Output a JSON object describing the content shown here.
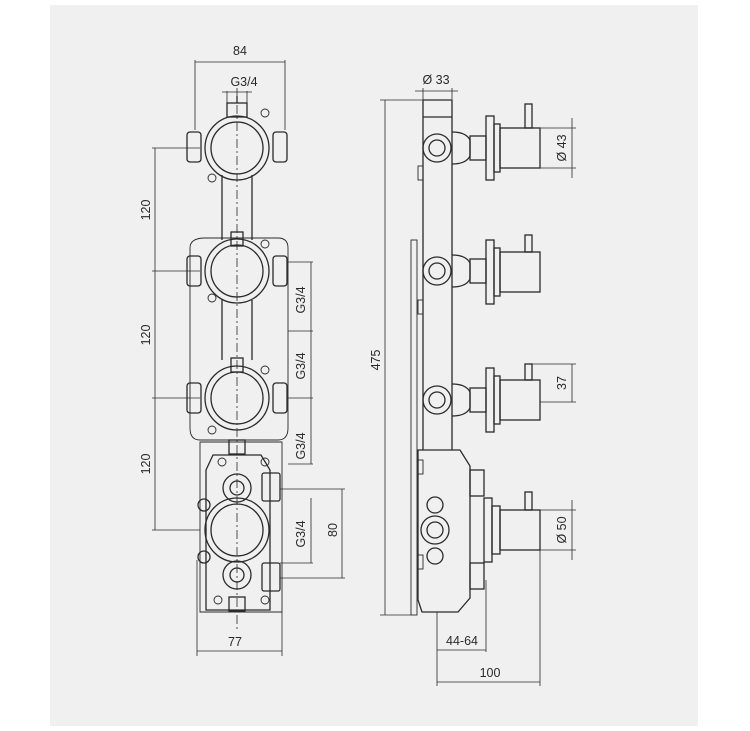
{
  "front_view": {
    "width_top": "84",
    "thread_top": "G3/4",
    "spacing_1": "120",
    "spacing_2": "120",
    "spacing_3": "120",
    "thread_side_1": "G3/4",
    "thread_side_2": "G3/4",
    "thread_side_3": "G3/4",
    "thread_side_4": "G3/4",
    "height_80": "80",
    "width_bottom": "77"
  },
  "side_view": {
    "dia_33": "Ø 33",
    "dia_43": "Ø 43",
    "total_height": "475",
    "dim_37": "37",
    "dia_50": "Ø 50",
    "depth_range": "44-64",
    "depth_100": "100"
  }
}
